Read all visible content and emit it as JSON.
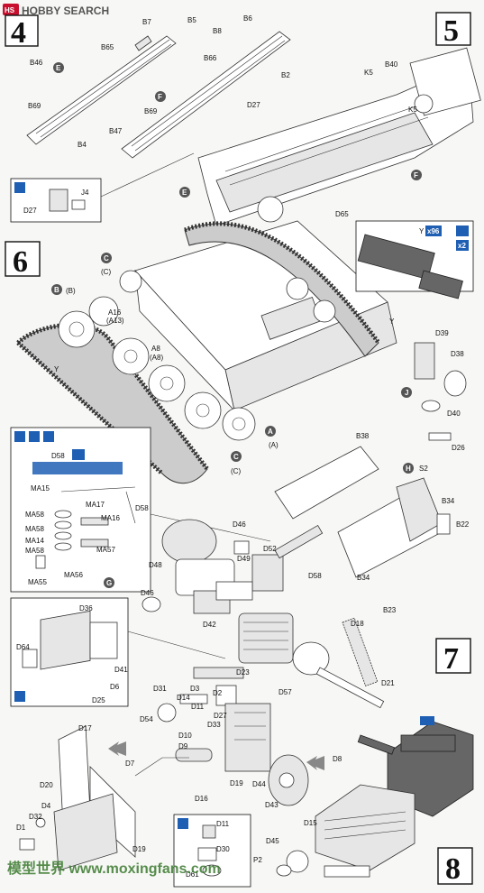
{
  "header": {
    "logo": "HOBBY SEARCH",
    "logo_prefix": "HS"
  },
  "steps": [
    "4",
    "5",
    "6",
    "7",
    "8"
  ],
  "markers": {
    "E": "E",
    "F": "F",
    "B": "B",
    "C": "C",
    "A": "A",
    "J": "J",
    "H": "H",
    "G": "G",
    "Bp": "(B)",
    "Cp": "(C)",
    "Ap": "(A)"
  },
  "inset_labels": {
    "x96": "x96",
    "x2": "x2"
  },
  "labels": [
    "B5",
    "B7",
    "B6",
    "B8",
    "B65",
    "B66",
    "B46",
    "K5",
    "B40",
    "B2",
    "B69",
    "B47",
    "B69",
    "B4",
    "D27",
    "K5",
    "D27",
    "J4",
    "D65",
    "A16",
    "(A13)",
    "A8",
    "(A8)",
    "Y",
    "Y",
    "Y",
    "D39",
    "D38",
    "D40",
    "D26",
    "D58",
    "MA15",
    "MA17",
    "MA16",
    "MA58",
    "MA58",
    "MA14",
    "MA58",
    "MA57",
    "MA56",
    "MA55",
    "D58",
    "D46",
    "D49",
    "D48",
    "D52",
    "D46",
    "D58",
    "D42",
    "B38",
    "S2",
    "B34",
    "B22",
    "B34",
    "B23",
    "D36",
    "D64",
    "D41",
    "D6",
    "D25",
    "D18",
    "D57",
    "D21",
    "D23",
    "D31",
    "D3",
    "D2",
    "D14",
    "D54",
    "D11",
    "D33",
    "D27",
    "D17",
    "D9",
    "D7",
    "D10",
    "D16",
    "D19",
    "D44",
    "D43",
    "D8",
    "D20",
    "D4",
    "D32",
    "D1",
    "D19",
    "D15",
    "D11",
    "D30",
    "D45",
    "P2",
    "D61"
  ],
  "watermark": "模型世界 www.moxingfans.com"
}
